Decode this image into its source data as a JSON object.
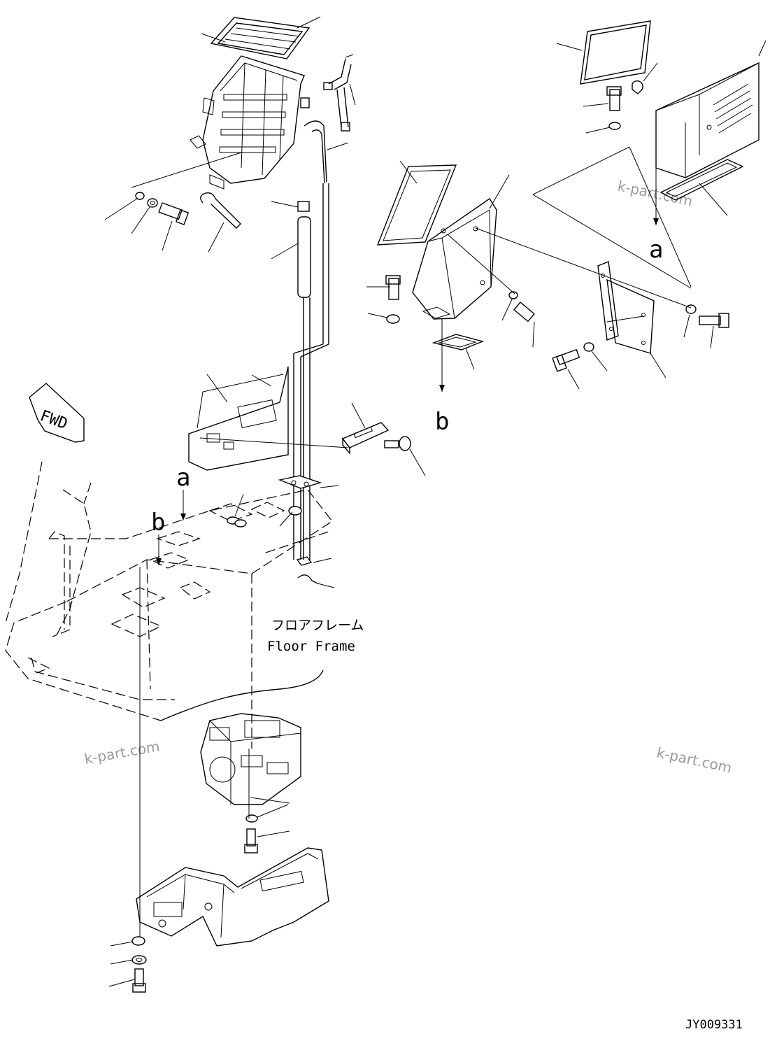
{
  "diagram": {
    "floor_frame_label_jp": "フロアフレーム",
    "floor_frame_label_en": "Floor Frame",
    "fwd_label": "FWD",
    "ref_a_label": "a",
    "ref_b_label": "b",
    "drawing_number": "JY009331",
    "watermark_text": "k-part.com"
  },
  "colors": {
    "ink": "#000000",
    "background": "#ffffff",
    "watermark": "#9a9a9a"
  }
}
